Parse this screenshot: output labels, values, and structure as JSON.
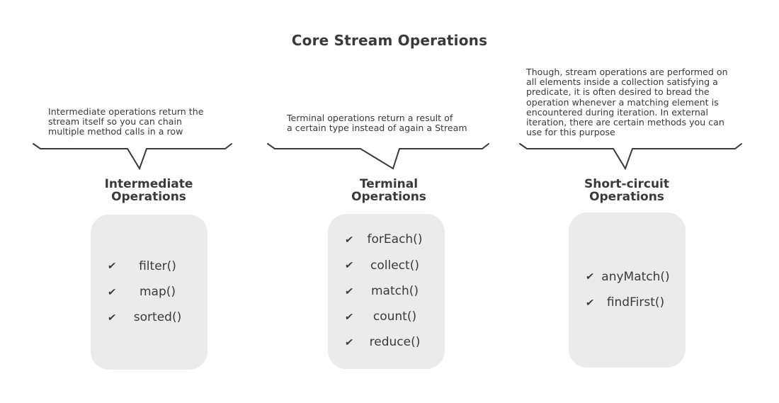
{
  "title": "Core Stream Operations",
  "check_icon": "✔",
  "columns": [
    {
      "id": "intermediate",
      "annotation": "Intermediate operations return the\nstream itself so you can chain\nmultiple method calls in a row",
      "heading": "Intermediate\nOperations",
      "items": [
        "filter()",
        "map()",
        "sorted()"
      ]
    },
    {
      "id": "terminal",
      "annotation": "Terminal operations return a result of\na certain type instead of again a Stream",
      "heading": "Terminal\nOperations",
      "items": [
        "forEach()",
        "collect()",
        "match()",
        "count()",
        "reduce()"
      ]
    },
    {
      "id": "short-circuit",
      "annotation": "Though, stream operations are performed on\nall elements inside a collection satisfying a\npredicate, it is often desired to bread the\noperation whenever a matching element is\nencountered during iteration. In external\niteration, there are certain methods you can\nuse for this purpose",
      "heading": "Short-circuit\nOperations",
      "items": [
        "anyMatch()",
        "findFirst()"
      ]
    }
  ],
  "colors": {
    "text": "#3a3a3a",
    "line": "#3a3a3a",
    "box_fill": "#ebebeb",
    "background": "#ffffff"
  }
}
